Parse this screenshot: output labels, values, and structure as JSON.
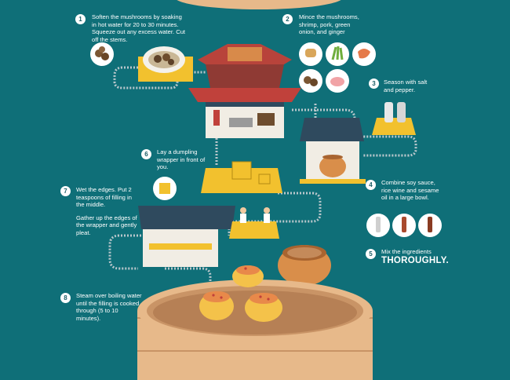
{
  "steps": [
    {
      "number": "1",
      "text": "Soften the mushrooms by soaking in hot water for 20 to 30 minutes. Squeeze out any excess water. Cut off the stems."
    },
    {
      "number": "2",
      "text": "Mince the mushrooms, shrimp, pork, green onion, and ginger"
    },
    {
      "number": "3",
      "text": "Season with salt and pepper."
    },
    {
      "number": "4",
      "text": "Combine soy sauce, rice wine and sesame oil in a large bowl."
    },
    {
      "number": "5",
      "text": "Mix the ingredients",
      "emphasis": "THOROUGHLY."
    },
    {
      "number": "6",
      "text": "Lay a dumpling wrapper in front of you."
    },
    {
      "number": "7",
      "text": "Wet the edges. Put 2 teaspoons of filling in the middle.",
      "text2": "Gather up the edges of the wrapper and gently pleat."
    },
    {
      "number": "8",
      "text": "Steam over boiling water until the filling is cooked through (5 to 10 minutes)."
    }
  ],
  "colors": {
    "background": "#0f6f78",
    "steamer": "#e7b98a",
    "roof_red": "#c0413b",
    "roof_slate": "#2f4a5e",
    "conveyor": "#b9c7cc",
    "accent_yellow": "#f2c12e",
    "dumpling": "#f4c24a"
  }
}
